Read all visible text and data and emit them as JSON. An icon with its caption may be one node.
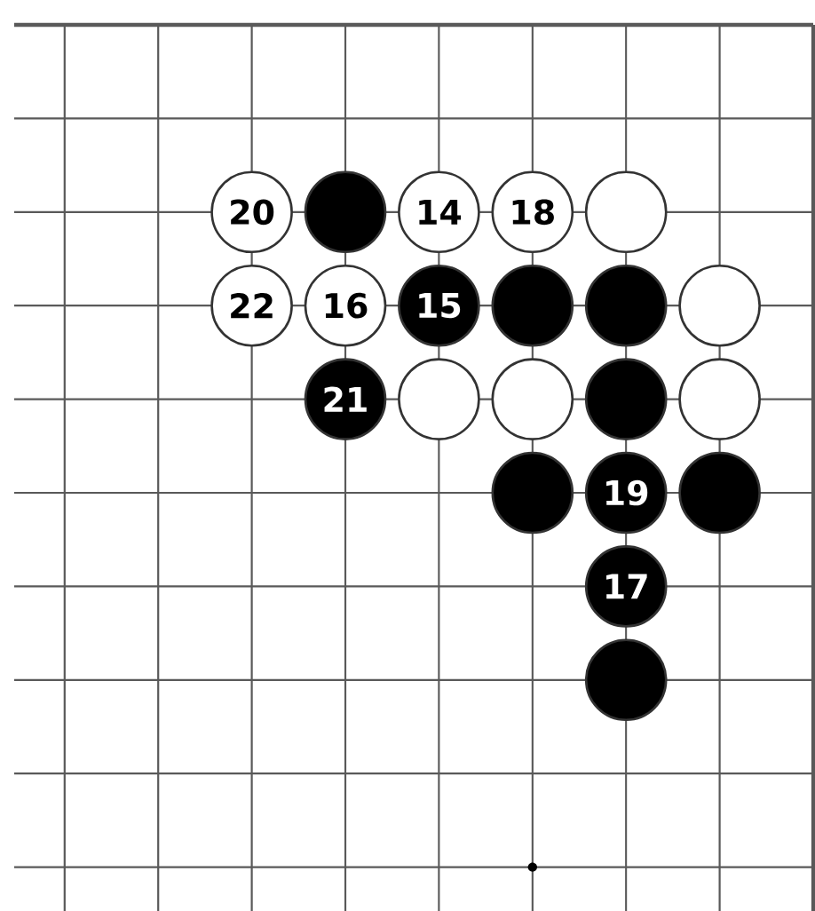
{
  "diagram": {
    "nodes": [
      {
        "text": [
          "20"
        ]
      },
      {
        "text": [],
        "shape": "circle"
      },
      {
        "text": [
          "14"
        ]
      },
      {
        "text": [
          "18"
        ]
      },
      {
        "text": [],
        "shape": "circle"
      },
      {
        "text": [
          "22"
        ]
      },
      {
        "text": [
          "16"
        ]
      },
      {
        "text": [
          "15"
        ]
      },
      {
        "text": [],
        "shape": "circle"
      },
      {
        "text": [],
        "shape": "circle"
      },
      {
        "text": [],
        "shape": "circle"
      },
      {
        "text": [
          "21"
        ]
      },
      {
        "text": [],
        "shape": "circle"
      },
      {
        "text": [],
        "shape": "circle"
      },
      {
        "text": [],
        "shape": "circle"
      },
      {
        "text": [],
        "shape": "circle"
      },
      {
        "text": [],
        "shape": "circle"
      },
      {
        "text": [
          "19"
        ]
      },
      {
        "text": [],
        "shape": "circle"
      },
      {
        "text": [
          "17"
        ]
      },
      {
        "text": [],
        "shape": "circle"
      }
    ]
  }
}
